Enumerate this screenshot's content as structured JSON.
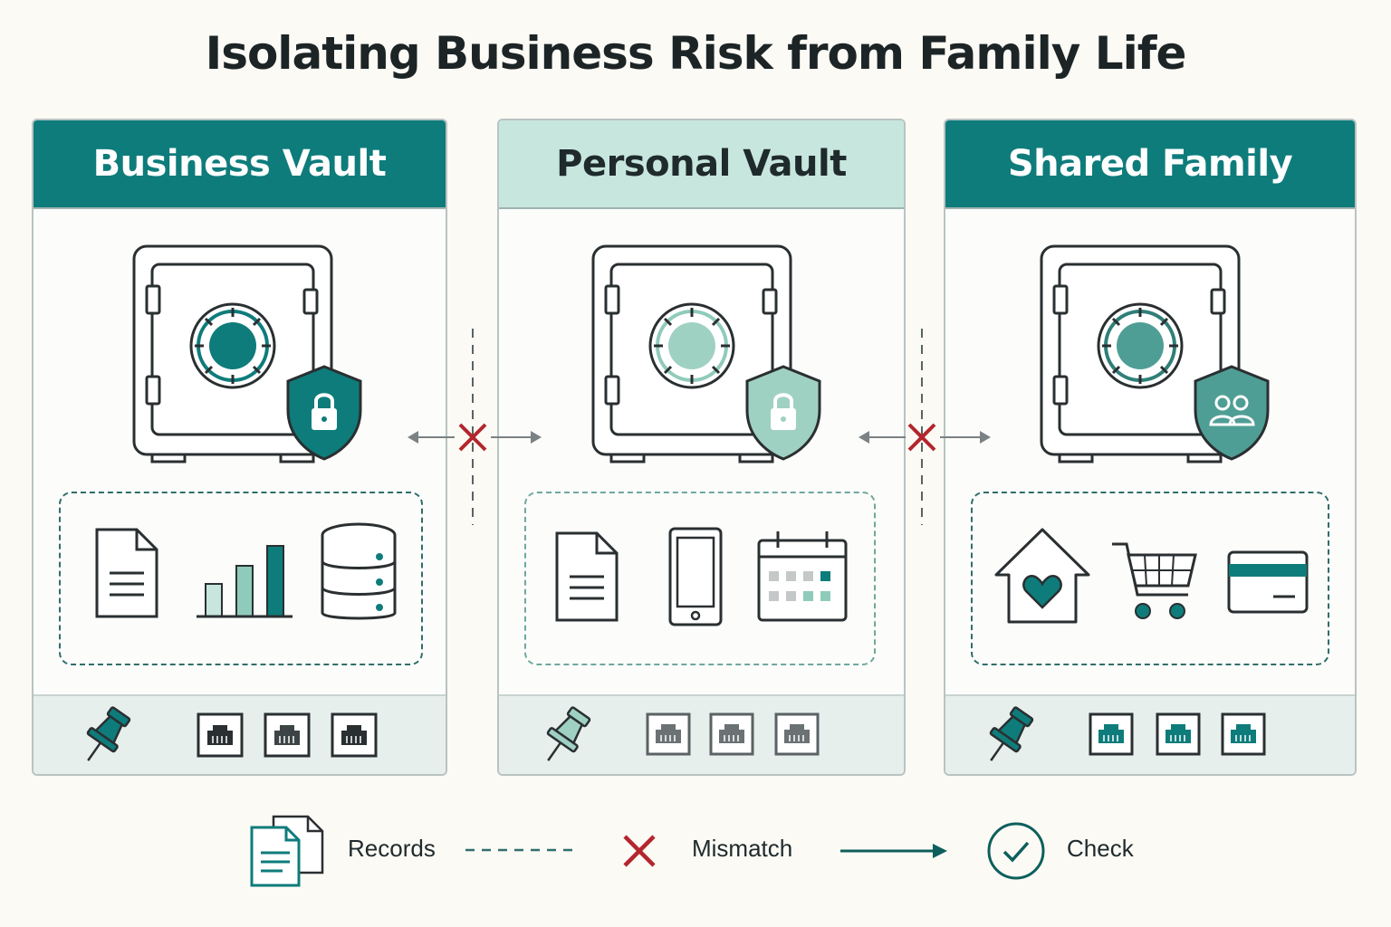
{
  "title": "Isolating Business Risk from Family Life",
  "panels": [
    {
      "title": "Business Vault",
      "accent": "#0e7c7b",
      "light_accent": "#b8ddd3"
    },
    {
      "title": "Personal Vault",
      "accent": "#8fcbbb",
      "light_accent": "#c7e6dd"
    },
    {
      "title": "Shared Family",
      "accent": "#3f9c92",
      "light_accent": "#0e7c7b"
    }
  ],
  "legend": {
    "records": "Records",
    "mismatch": "Mismatch",
    "check": "Check"
  },
  "colors": {
    "teal_dark": "#0e7c7b",
    "teal_light": "#c7e6dd",
    "mismatch_red": "#b3262d",
    "outline": "#2a2f31"
  }
}
